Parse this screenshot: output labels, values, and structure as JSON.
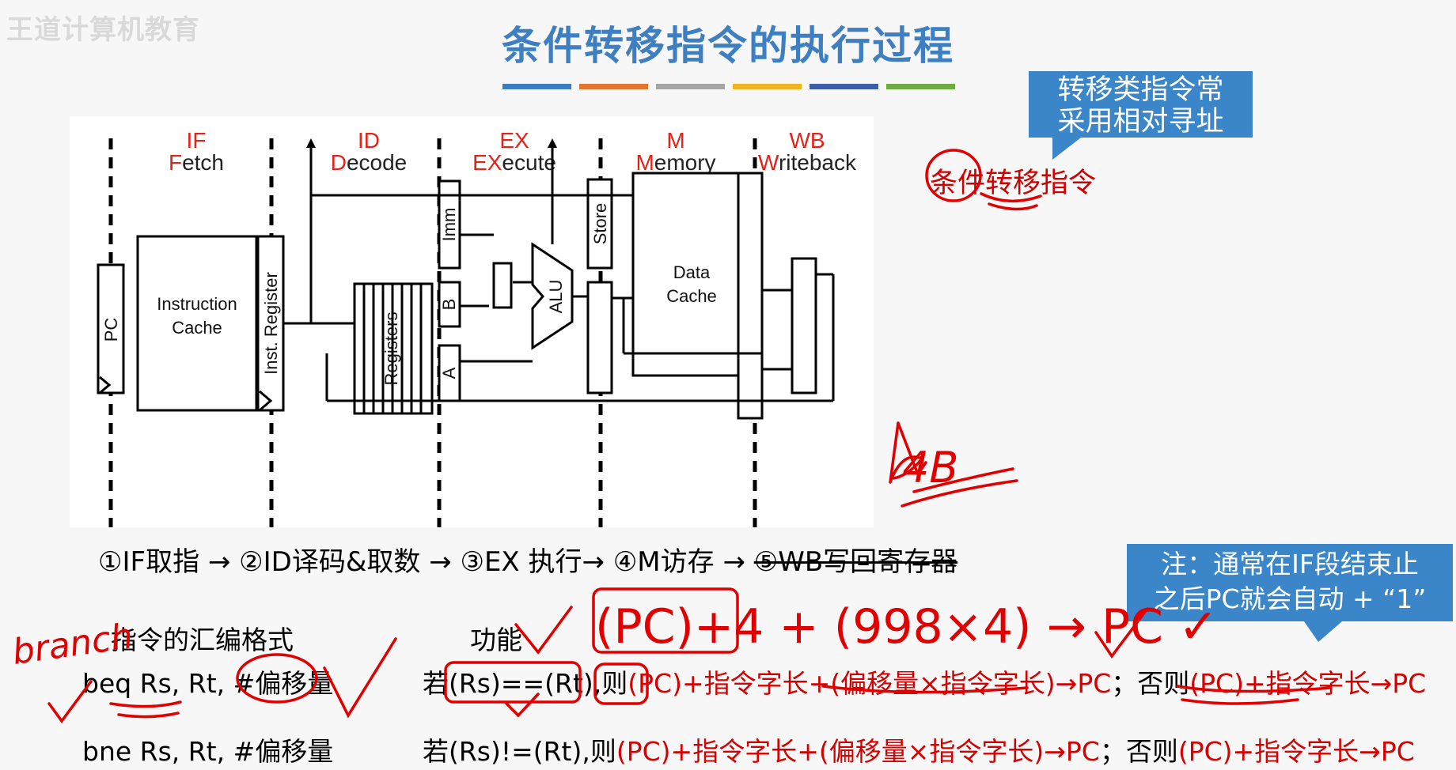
{
  "watermark": "王道计算机教育",
  "title": "条件转移指令的执行过程",
  "color_bars": [
    "#3b7dc4",
    "#e3762f",
    "#a5a5a5",
    "#f0b422",
    "#3c5ea9",
    "#6fab43"
  ],
  "diagram": {
    "stages": [
      {
        "code": "IF",
        "full_first": "F",
        "full_rest": "etch"
      },
      {
        "code": "ID",
        "full_first": "D",
        "full_rest": "ecode"
      },
      {
        "code": "EX",
        "full_first": "EX",
        "full_rest": "ecute"
      },
      {
        "code": "M",
        "full_first": "M",
        "full_rest": "emory"
      },
      {
        "code": "WB",
        "full_first": "W",
        "full_rest": "riteback"
      }
    ],
    "labels": {
      "pc": "PC",
      "icache_1": "Instruction",
      "icache_2": "Cache",
      "inst_reg": "Inst. Register",
      "registers": "Registers",
      "imm": "Imm",
      "b": "B",
      "a": "A",
      "alu": "ALU",
      "store": "Store",
      "dcache_1": "Data",
      "dcache_2": "Cache"
    }
  },
  "callout_top": [
    "转移类指令常",
    "采用相对寻址"
  ],
  "handwritten_label": "条件转移指令",
  "steps": {
    "s1": "①IF取指 → ②ID译码&取数 → ③EX 执行→ ④M访存 → ",
    "s5": "⑤WB写回寄存器"
  },
  "callout_note": [
    "注：通常在IF段结束止",
    "之后PC就会自动 + “1”"
  ],
  "table": {
    "header_format": "指令的汇编格式",
    "header_func": "功能",
    "rows": [
      {
        "format": "beq Rs, Rt, #偏移量",
        "cond": "若(Rs)==(Rt),则",
        "then": "(PC)+指令字长+(偏移量×指令字长)→PC",
        "sep": "；否则",
        "else": "(PC)+指令字长→PC"
      },
      {
        "format": "bne Rs, Rt, #偏移量",
        "cond": "若(Rs)!=(Rt),则",
        "then": "(PC)+指令字长+(偏移量×指令字长)→PC",
        "sep": "；否则",
        "else": "(PC)+指令字长→PC"
      }
    ]
  },
  "handwriting": {
    "branch": "branch",
    "four_b": "4B",
    "formula": "(PC)+4 + (998×4) → PC ✓"
  }
}
